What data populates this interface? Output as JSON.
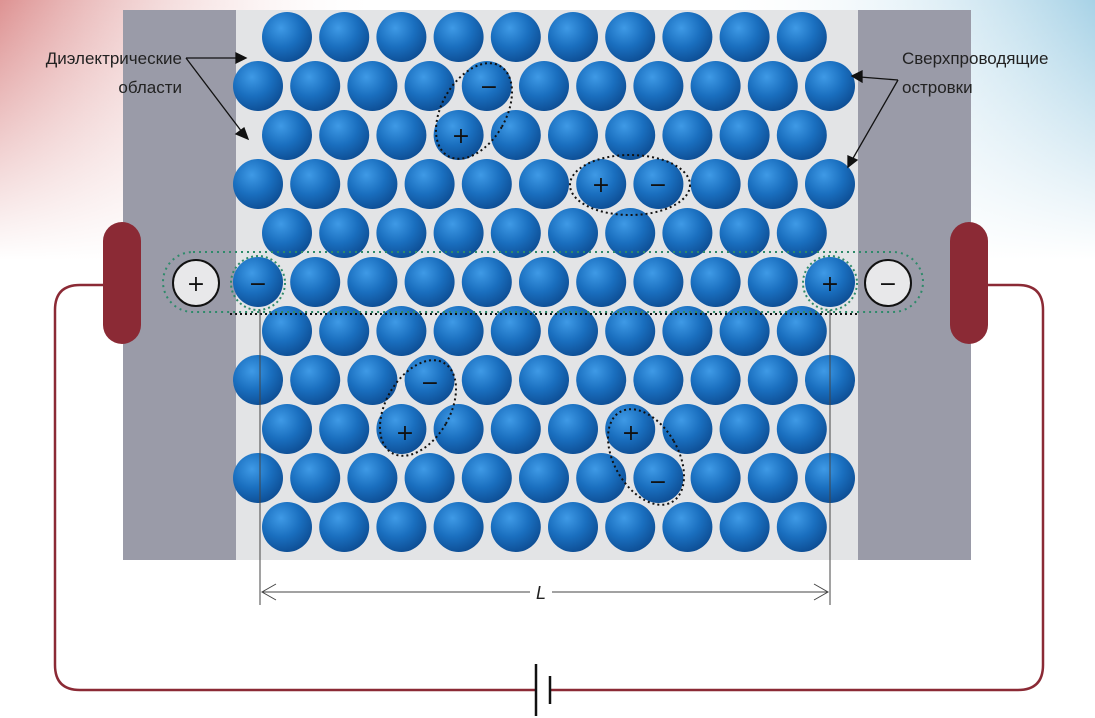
{
  "labels": {
    "dielectric_line1": "Диэлектрические",
    "dielectric_line2": "области",
    "super_line1": "Сверхпроводящие",
    "super_line2": "островки",
    "length": "L"
  },
  "signs": {
    "plus": "+",
    "minus": "−"
  },
  "colors": {
    "island": "#1a6fbf",
    "island_highlight": "#4aa3e8",
    "gap": "#e3e4e6",
    "electrode_plate": "#9a9ba8",
    "contact": "#8b2a35",
    "wire": "#8b2a35"
  },
  "grid": {
    "rows": 11,
    "note_columns": "alternating 10 and 11 islands per row"
  }
}
